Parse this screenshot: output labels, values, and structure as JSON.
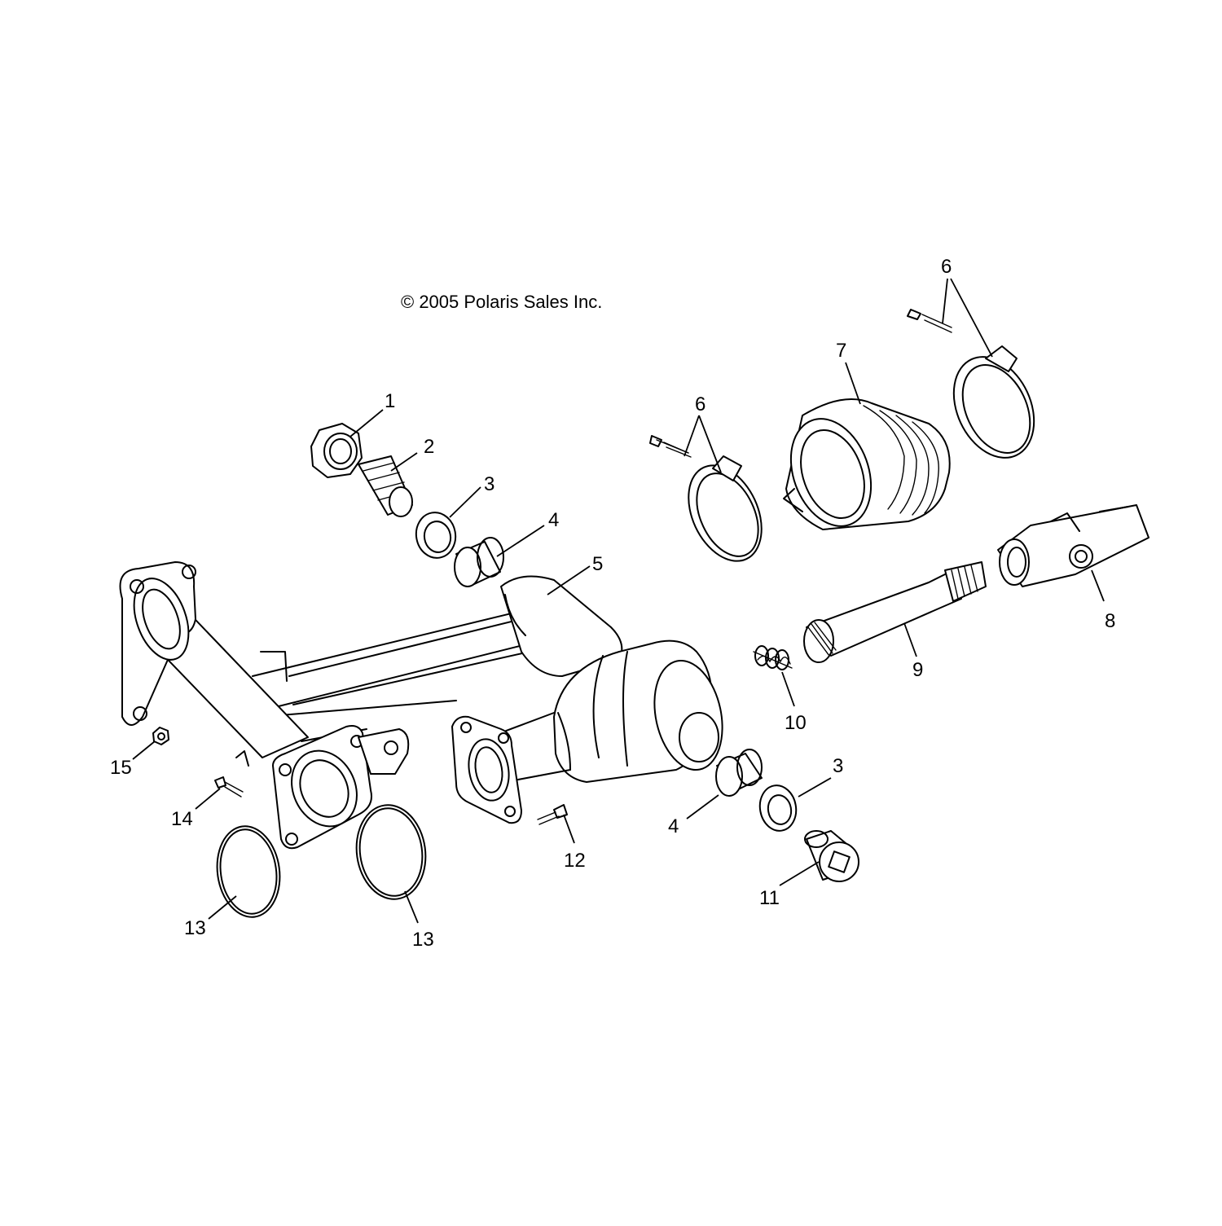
{
  "copyright": "© 2005 Polaris Sales Inc.",
  "callouts": [
    {
      "id": "c1",
      "label": "1"
    },
    {
      "id": "c2",
      "label": "2"
    },
    {
      "id": "c3a",
      "label": "3"
    },
    {
      "id": "c4a",
      "label": "4"
    },
    {
      "id": "c5",
      "label": "5"
    },
    {
      "id": "c6a",
      "label": "6"
    },
    {
      "id": "c6b",
      "label": "6"
    },
    {
      "id": "c7",
      "label": "7"
    },
    {
      "id": "c8",
      "label": "8"
    },
    {
      "id": "c9",
      "label": "9"
    },
    {
      "id": "c10",
      "label": "10"
    },
    {
      "id": "c3b",
      "label": "3"
    },
    {
      "id": "c4b",
      "label": "4"
    },
    {
      "id": "c11",
      "label": "11"
    },
    {
      "id": "c12",
      "label": "12"
    },
    {
      "id": "c13a",
      "label": "13"
    },
    {
      "id": "c13b",
      "label": "13"
    },
    {
      "id": "c14",
      "label": "14"
    },
    {
      "id": "c15",
      "label": "15"
    }
  ]
}
